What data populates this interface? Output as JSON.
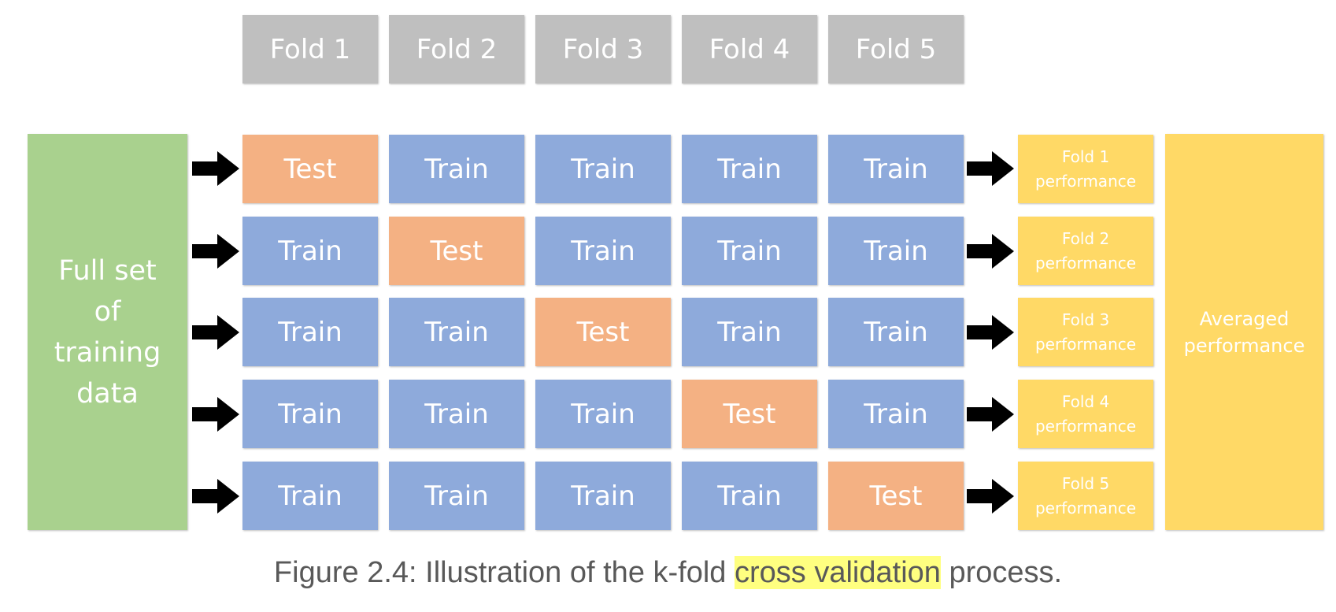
{
  "fold_headers": [
    "Fold 1",
    "Fold 2",
    "Fold 3",
    "Fold 4",
    "Fold 5"
  ],
  "full_set_label": "Full set\nof\ntraining\ndata",
  "grid": [
    [
      "Test",
      "Train",
      "Train",
      "Train",
      "Train"
    ],
    [
      "Train",
      "Test",
      "Train",
      "Train",
      "Train"
    ],
    [
      "Train",
      "Train",
      "Test",
      "Train",
      "Train"
    ],
    [
      "Train",
      "Train",
      "Train",
      "Test",
      "Train"
    ],
    [
      "Train",
      "Train",
      "Train",
      "Train",
      "Test"
    ]
  ],
  "performance": [
    "Fold 1\nperformance",
    "Fold 2\nperformance",
    "Fold 3\nperformance",
    "Fold 4\nperformance",
    "Fold 5\nperformance"
  ],
  "averaged_label": "Averaged\nperformance",
  "caption": {
    "before": "Figure 2.4: Illustration of the k-fold ",
    "highlight": "cross validation",
    "after": " process."
  },
  "colors": {
    "header": "#bfbfbf",
    "train": "#8eaadb",
    "test": "#f4b183",
    "full_set": "#a9d18e",
    "performance": "#ffd966",
    "arrow": "#000000",
    "caption_highlight": "#ffff80"
  }
}
